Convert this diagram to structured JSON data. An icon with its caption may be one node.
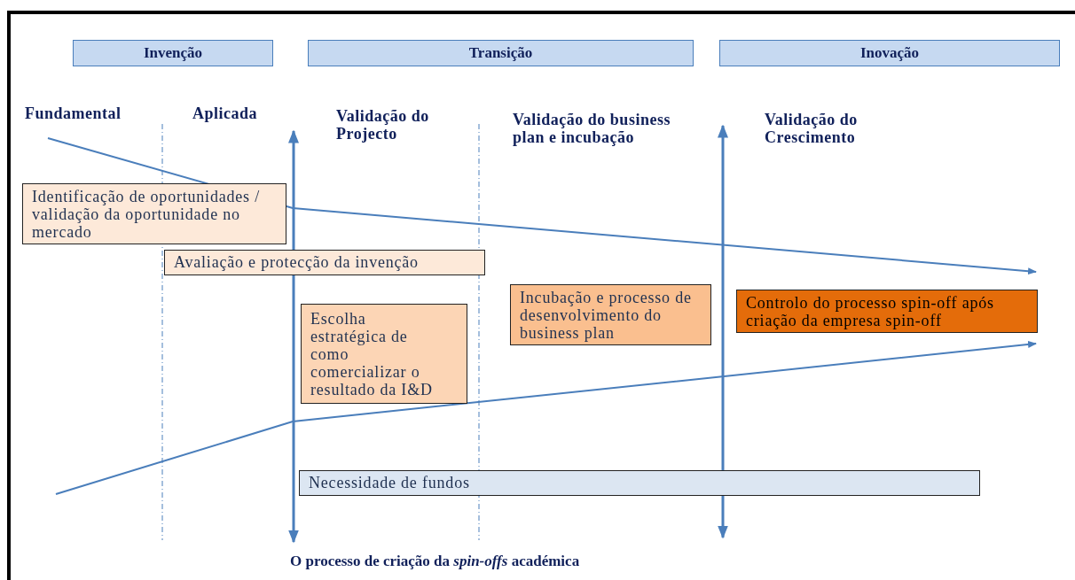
{
  "diagram": {
    "caption": "O processo de criação da *spin-offs* académica",
    "nodes": [
      {
        "text": [
          "Invenção"
        ]
      },
      {
        "text": [
          "Transição"
        ]
      },
      {
        "text": [
          "Inovação"
        ]
      },
      {
        "text": [
          "Identificação de oportunidades / validação da oportunidade no mercado"
        ]
      },
      {
        "text": [
          "Avaliação e protecção da invenção"
        ]
      },
      {
        "text": [
          "Escolha estratégica de como comercializar o resultado da I&D"
        ]
      },
      {
        "text": [
          "Incubação e processo de desenvolvimento do business plan"
        ]
      },
      {
        "text": [
          "Controlo do processo spin-off após criação da empresa spin-off"
        ]
      },
      {
        "text": [
          "Necessidade de fundos"
        ]
      }
    ],
    "labels": [
      "Fundamental",
      "Aplicada",
      "Validação do Projecto",
      "Validação do business plan e incubação",
      "Validação do Crescimento"
    ]
  }
}
